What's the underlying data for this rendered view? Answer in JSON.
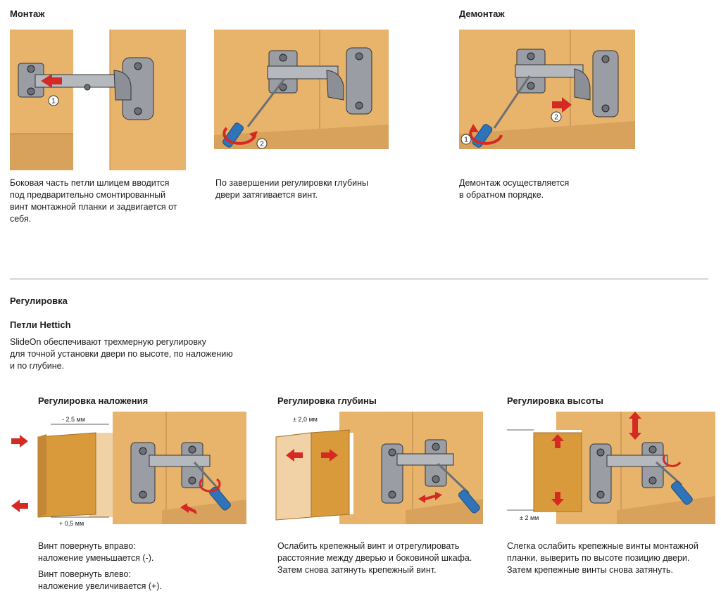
{
  "colors": {
    "wood": "#e8b46b",
    "wood_edge": "#c8955a",
    "door": "#d99a3c",
    "door_light": "#f0d2a6",
    "metal": "#8c9096",
    "arrow": "#d42a23",
    "screwdriver": "#2f73b9"
  },
  "mount": {
    "title": "Монтаж",
    "step1": "1",
    "step2": "2",
    "text1": [
      "Боковая часть петли шлицем вводится",
      "под предварительно смонтированный",
      "винт монтажной планки и задвигается от",
      "себя."
    ],
    "text2": [
      "По завершении регулировки глубины",
      "двери затягивается винт."
    ]
  },
  "dismount": {
    "title": "Демонтаж",
    "step1": "1",
    "step2": "2",
    "text": [
      "Демонтаж осуществляется",
      "в обратном порядке."
    ]
  },
  "adjust": {
    "title": "Регулировка",
    "subtitle": "Петли Hettich",
    "intro": [
      "SlideOn обеспечивают трехмерную регулировку",
      "для точной установки двери по высоте, по наложению",
      "и по глубине."
    ],
    "overlay": {
      "title": "Регулировка наложения",
      "minus_label": "- 2,5 мм",
      "plus_label": "+ 0,5 мм",
      "text_a": [
        "Винт повернуть вправо:",
        "наложение уменьшается (-)."
      ],
      "text_b": [
        "Винт повернуть влево:",
        "наложение увеличивается (+)."
      ]
    },
    "depth": {
      "title": "Регулировка глубины",
      "range_label": "± 2,0 мм",
      "text": [
        "Ослабить крепежный винт и отрегулировать",
        "расстояние между дверью и боковиной шкафа.",
        "Затем снова затянуть крепежный винт."
      ]
    },
    "height": {
      "title": "Регулировка высоты",
      "range_label": "± 2 мм",
      "text": [
        "Слегка ослабить крепежные винты монтажной",
        "планки, выверить по высоте позицию двери.",
        "Затем крепежные винты снова затянуть."
      ]
    }
  }
}
